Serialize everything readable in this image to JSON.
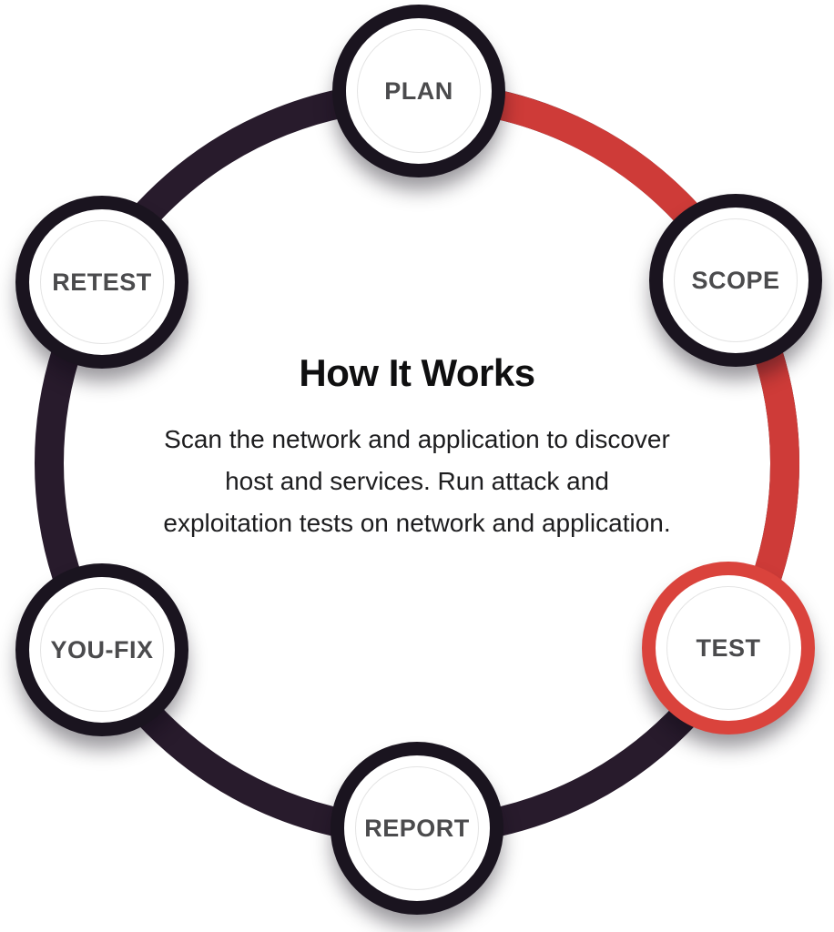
{
  "diagram": {
    "title": "How It Works",
    "description": "Scan the network and application to discover host and services. Run attack and exploitation tests on network and application.",
    "steps": [
      {
        "label": "PLAN",
        "highlighted": false
      },
      {
        "label": "SCOPE",
        "highlighted": false
      },
      {
        "label": "TEST",
        "highlighted": true
      },
      {
        "label": "REPORT",
        "highlighted": false
      },
      {
        "label": "YOU-FIX",
        "highlighted": false
      },
      {
        "label": "RETEST",
        "highlighted": false
      }
    ],
    "colors": {
      "ring_dark": "#281b2c",
      "ring_red": "#ce3b38",
      "node_border_dark": "#1a141f",
      "node_border_red": "#da433c",
      "node_label": "#4b4b4d",
      "inner_ring": "#e4e4e4"
    }
  }
}
